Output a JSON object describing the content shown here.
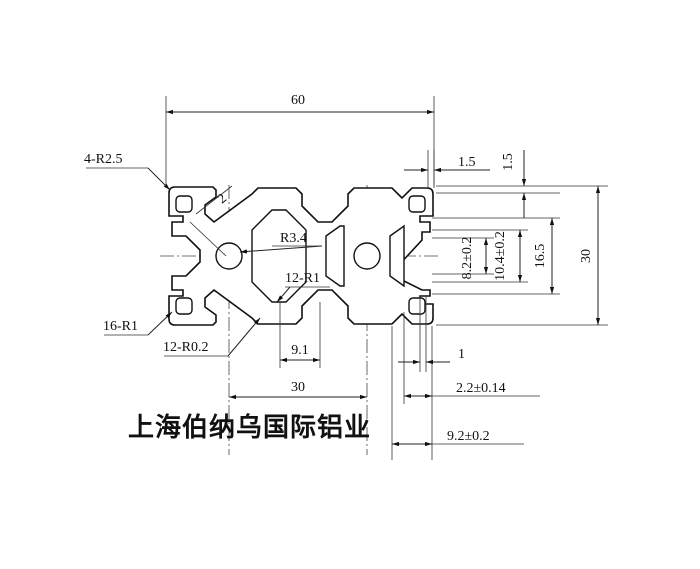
{
  "drawing": {
    "dimensions": {
      "overall_width": "60",
      "corner_radius": "4-R2.5",
      "angle_mark": "2",
      "hole_radius": "R3.4",
      "inner_radius": "12-R1",
      "outer_radius": "16-R1",
      "inner_radius_small": "12-R0.2",
      "slot_width": "9.1",
      "pitch": "30",
      "wall_top": "1.5",
      "wall_top_vertical": "1.5",
      "slot_opening": "8.2±0.2",
      "slot_inner": "10.4±0.2",
      "slot_depth": "16.5",
      "overall_height": "30",
      "lip": "1",
      "wall_thickness": "2.2±0.14",
      "slot_lip_depth": "9.2±0.2"
    },
    "company": "上海伯纳乌国际铝业"
  }
}
